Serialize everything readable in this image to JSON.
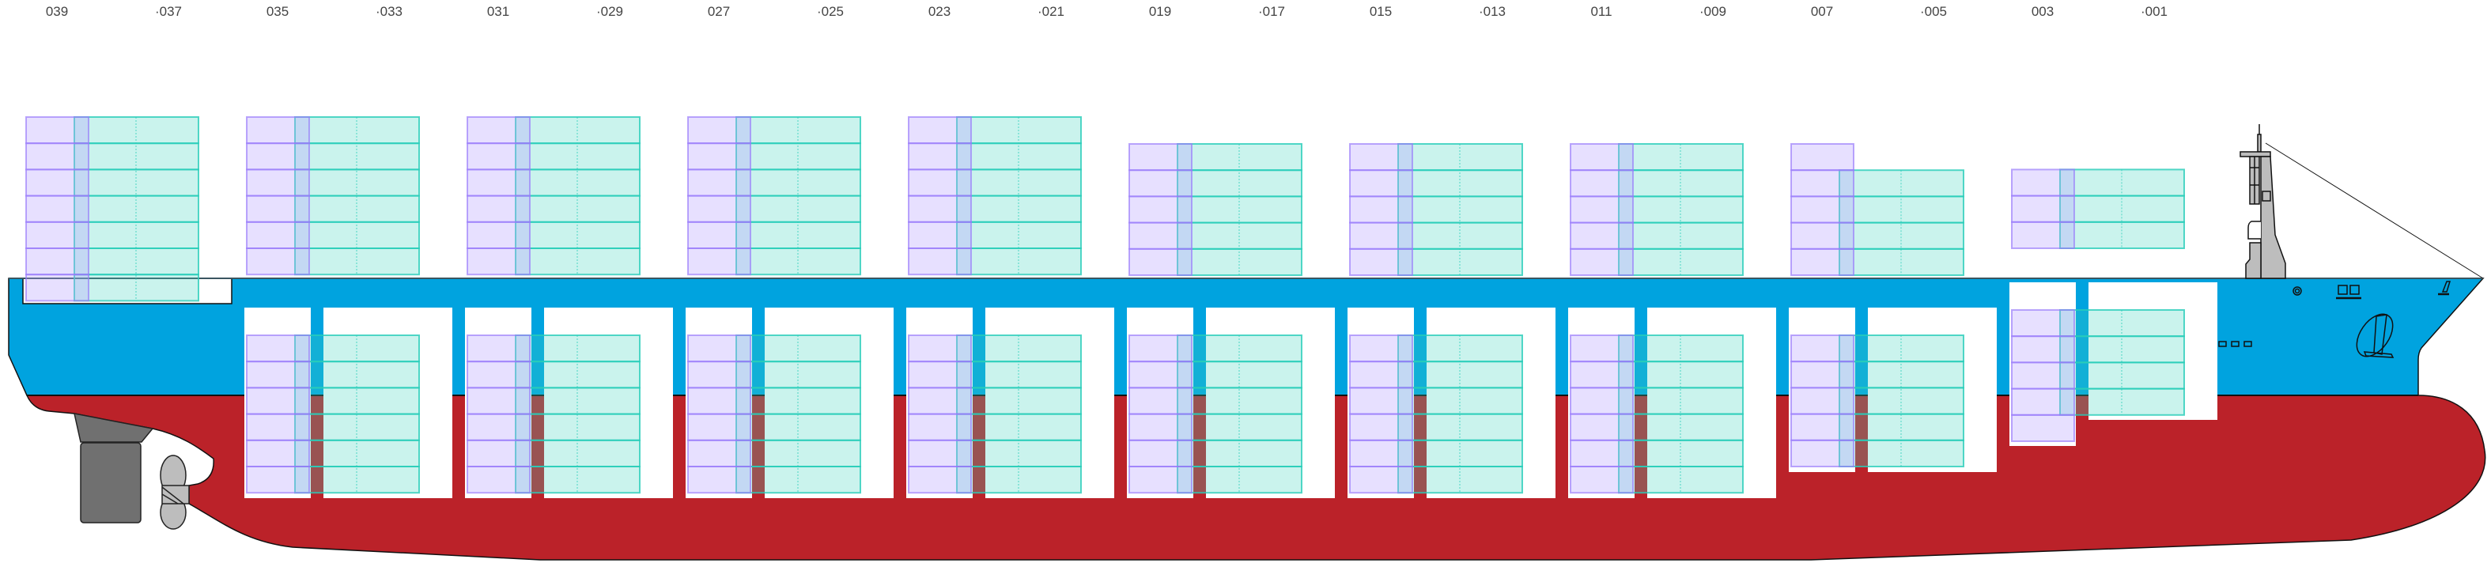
{
  "colors": {
    "hull_upper": "#00a3df",
    "hull_lower": "#bb2229",
    "container_40ft_fill": "rgba(64,213,190,0.28)",
    "container_40ft_stroke": "rgba(40,205,185,0.8)",
    "container_20ft_fill": "rgba(180,160,255,0.32)",
    "container_20ft_stroke": "rgba(150,120,250,0.65)",
    "machinery": "#707070",
    "superstructure": "#bdbdbd"
  },
  "bay_groups": [
    {
      "aft_label": "039",
      "fwd_label": "·037",
      "deck_tiers_20": 7,
      "deck_tiers_40": 7,
      "hold_tiers_20": 0,
      "hold_tiers_40": 0
    },
    {
      "aft_label": "035",
      "fwd_label": "·033",
      "deck_tiers_20": 6,
      "deck_tiers_40": 6,
      "hold_tiers_20": 6,
      "hold_tiers_40": 6
    },
    {
      "aft_label": "031",
      "fwd_label": "·029",
      "deck_tiers_20": 6,
      "deck_tiers_40": 6,
      "hold_tiers_20": 6,
      "hold_tiers_40": 6
    },
    {
      "aft_label": "027",
      "fwd_label": "·025",
      "deck_tiers_20": 6,
      "deck_tiers_40": 6,
      "hold_tiers_20": 6,
      "hold_tiers_40": 6
    },
    {
      "aft_label": "023",
      "fwd_label": "·021",
      "deck_tiers_20": 6,
      "deck_tiers_40": 6,
      "hold_tiers_20": 6,
      "hold_tiers_40": 6
    },
    {
      "aft_label": "019",
      "fwd_label": "·017",
      "deck_tiers_20": 5,
      "deck_tiers_40": 5,
      "hold_tiers_20": 6,
      "hold_tiers_40": 6
    },
    {
      "aft_label": "015",
      "fwd_label": "·013",
      "deck_tiers_20": 5,
      "deck_tiers_40": 5,
      "hold_tiers_20": 6,
      "hold_tiers_40": 6
    },
    {
      "aft_label": "011",
      "fwd_label": "·009",
      "deck_tiers_20": 5,
      "deck_tiers_40": 5,
      "hold_tiers_20": 6,
      "hold_tiers_40": 6
    },
    {
      "aft_label": "007",
      "fwd_label": "·005",
      "deck_tiers_20": 5,
      "deck_tiers_40": 4,
      "hold_tiers_20": 5,
      "hold_tiers_40": 5
    },
    {
      "aft_label": "003",
      "fwd_label": "·001",
      "deck_tiers_20": 3,
      "deck_tiers_40": 3,
      "hold_tiers_20": 5,
      "hold_tiers_40": 4
    }
  ]
}
